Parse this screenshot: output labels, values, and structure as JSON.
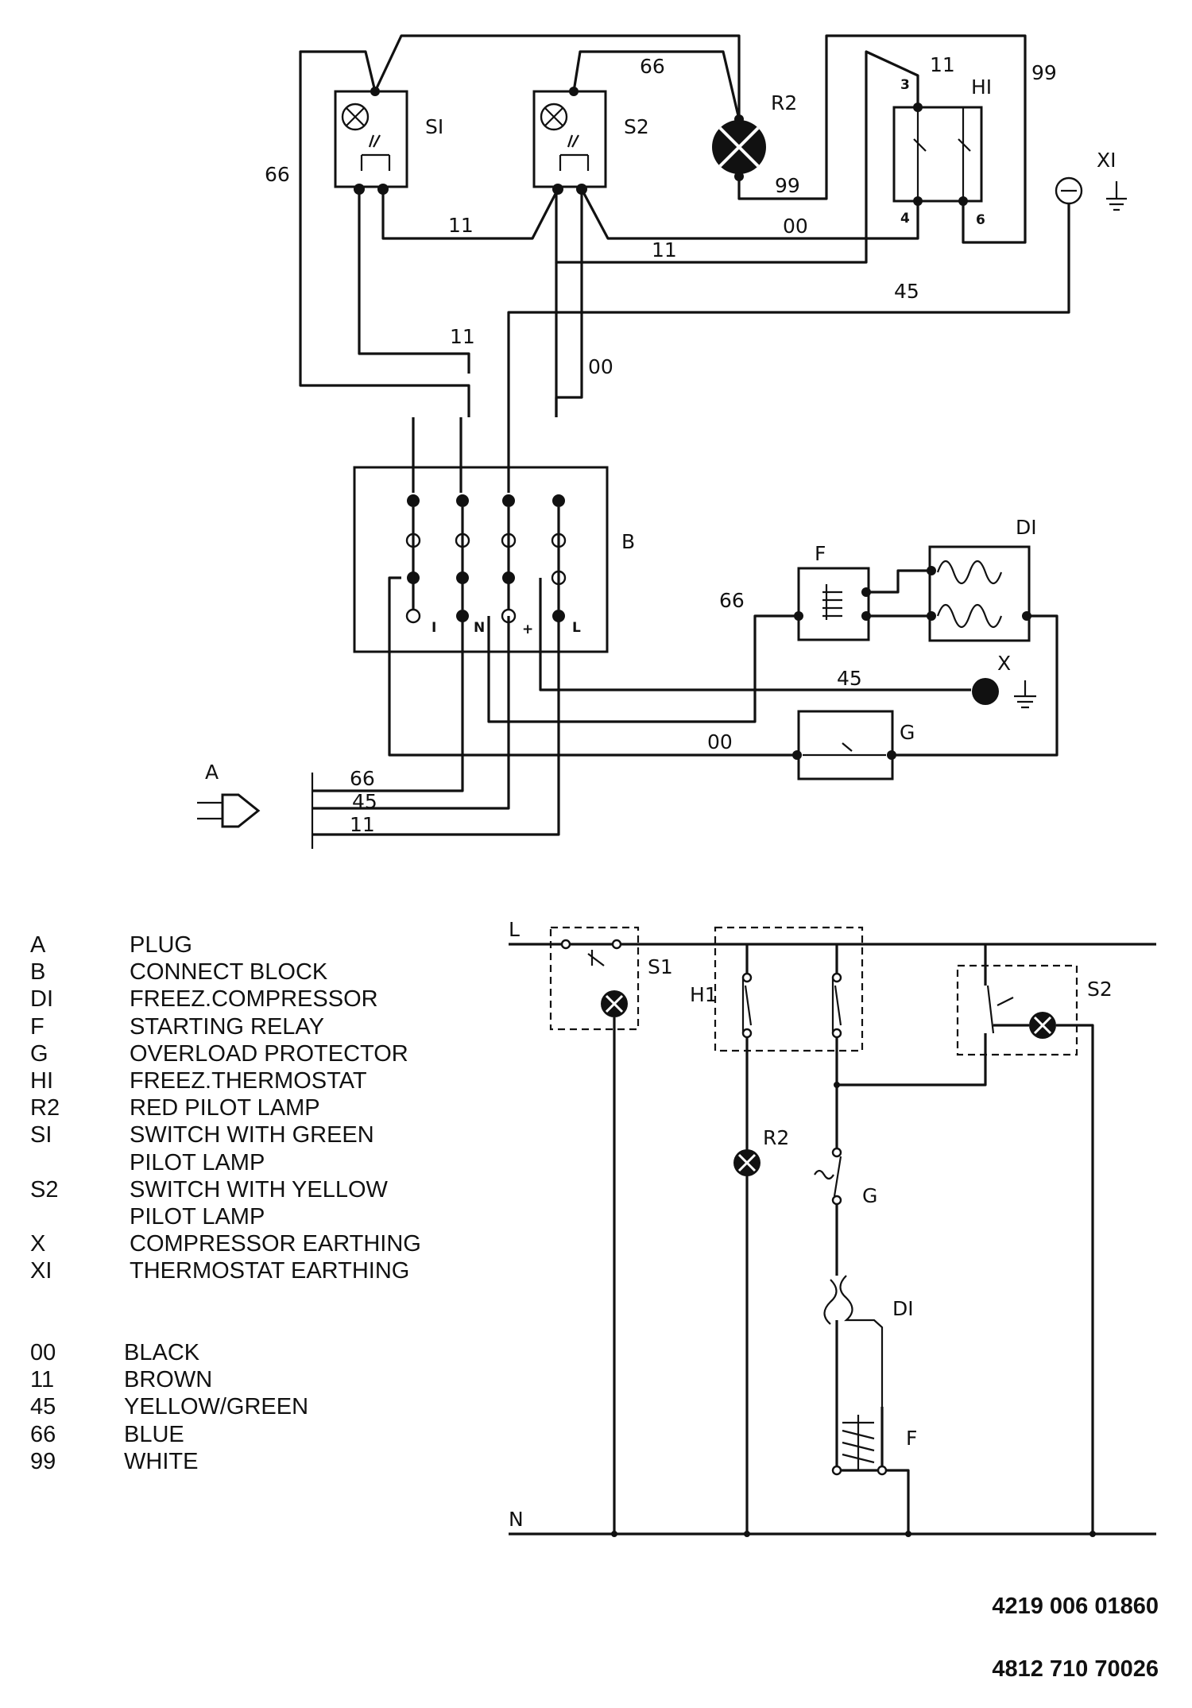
{
  "wiring_diagram": {
    "components": {
      "s1": "SI",
      "s2": "S2",
      "r2": "R2",
      "h1": "HI",
      "x1": "XI",
      "b": "B",
      "f": "F",
      "d1": "DI",
      "x": "X",
      "g": "G",
      "a": "A",
      "h1_terminals": [
        "3",
        "4",
        "6"
      ],
      "block_terminals": [
        "I",
        "N",
        "+",
        "L"
      ]
    },
    "wire_labels": {
      "w66_top": "66",
      "w66_left": "66",
      "w66_relay": "66",
      "w66_plug": "66",
      "w11_s1": "11",
      "w11_s2": "11",
      "w11_mid": "11",
      "w11_h1": "11",
      "w11_plug": "11",
      "w99_r2": "99",
      "w99_right": "99",
      "w00_s2": "00",
      "w00_mid": "00",
      "w00_g": "00",
      "w45_x1": "45",
      "w45_x": "45",
      "w45_plug": "45"
    }
  },
  "schematic": {
    "line": "L",
    "neutral": "N",
    "labels": {
      "s1": "S1",
      "h1": "H1",
      "s2": "S2",
      "r2": "R2",
      "g": "G",
      "d1": "DI",
      "f": "F"
    }
  },
  "legend": [
    {
      "code": "A",
      "desc": "PLUG"
    },
    {
      "code": "B",
      "desc": "CONNECT BLOCK"
    },
    {
      "code": "DI",
      "desc": "FREEZ.COMPRESSOR"
    },
    {
      "code": "F",
      "desc": "STARTING RELAY"
    },
    {
      "code": "G",
      "desc": "OVERLOAD PROTECTOR"
    },
    {
      "code": "HI",
      "desc": "FREEZ.THERMOSTAT"
    },
    {
      "code": "R2",
      "desc": "RED PILOT LAMP"
    },
    {
      "code": "SI",
      "desc": "SWITCH WITH GREEN"
    },
    {
      "code": "",
      "desc": "PILOT LAMP"
    },
    {
      "code": "S2",
      "desc": "SWITCH WITH YELLOW"
    },
    {
      "code": "",
      "desc": "PILOT LAMP"
    },
    {
      "code": "X",
      "desc": "COMPRESSOR EARTHING"
    },
    {
      "code": "XI",
      "desc": "THERMOSTAT EARTHING"
    }
  ],
  "wire_colors": [
    {
      "code": "00",
      "desc": "BLACK"
    },
    {
      "code": "11",
      "desc": "BROWN"
    },
    {
      "code": "45",
      "desc": "YELLOW/GREEN"
    },
    {
      "code": "66",
      "desc": "BLUE"
    },
    {
      "code": "99",
      "desc": "WHITE"
    }
  ],
  "part_numbers": [
    "4219 006 01860",
    "4812 710 70026"
  ]
}
